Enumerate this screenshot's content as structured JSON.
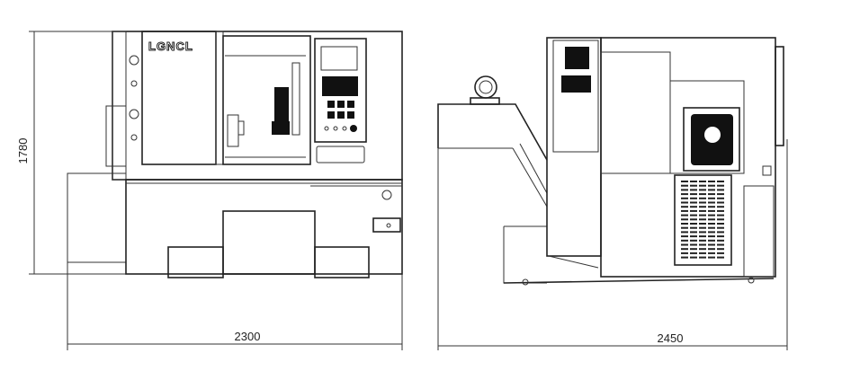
{
  "front_view": {
    "logo": "LGNCL",
    "height_dimension": "1780",
    "width_dimension": "2300"
  },
  "side_view": {
    "depth_dimension": "2450"
  }
}
